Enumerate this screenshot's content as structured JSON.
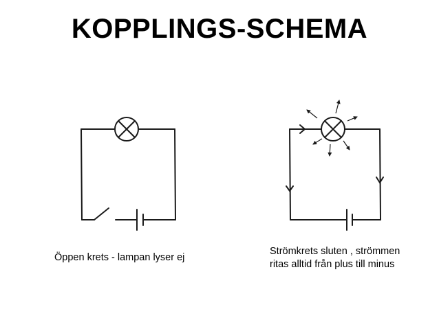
{
  "slide": {
    "title": "KOPPLINGS-SCHEMA"
  },
  "circuits": {
    "open": {
      "caption": "Öppen krets  - lampan lyser ej"
    },
    "closed": {
      "caption_line1": "Strömkrets sluten , strömmen",
      "caption_line2": "ritas alltid från plus till minus"
    }
  },
  "colors": {
    "line": "#1a1a1a",
    "background": "#ffffff"
  }
}
